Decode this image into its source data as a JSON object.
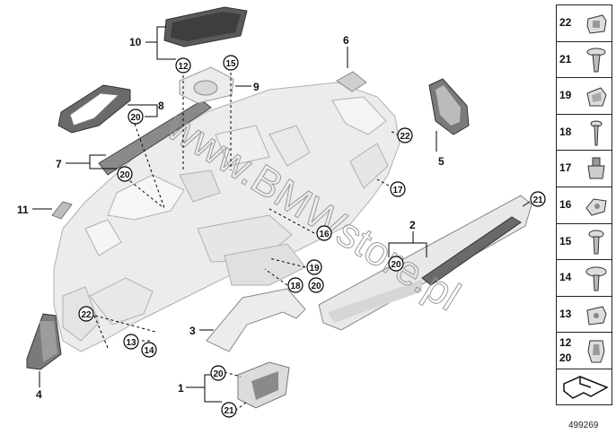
{
  "callouts": {
    "c1": "1",
    "c2": "2",
    "c3": "3",
    "c4": "4",
    "c5": "5",
    "c6": "6",
    "c7": "7",
    "c8": "8",
    "c9": "9",
    "c10": "10",
    "c11": "11"
  },
  "circles": {
    "k12": "12",
    "k15": "15",
    "k20a": "20",
    "k20b": "20",
    "k22a": "22",
    "k17": "17",
    "k21a": "21",
    "k16": "16",
    "k20c": "20",
    "k19": "19",
    "k18": "18",
    "k20d": "20",
    "k22b": "22",
    "k13": "13",
    "k14": "14",
    "k20e": "20",
    "k21b": "21"
  },
  "watermark": "www.BMWstore.pl",
  "sidebar": {
    "items": [
      {
        "num": "22",
        "icon": "clip-nut-icon"
      },
      {
        "num": "21",
        "icon": "screw-icon"
      },
      {
        "num": "19",
        "icon": "clip-icon"
      },
      {
        "num": "18",
        "icon": "screw-icon"
      },
      {
        "num": "17",
        "icon": "expanding-nut-icon"
      },
      {
        "num": "16",
        "icon": "bracket-clip-icon"
      },
      {
        "num": "15",
        "icon": "screw-icon"
      },
      {
        "num": "14",
        "icon": "screw-icon"
      },
      {
        "num": "13",
        "icon": "clip-nut-icon"
      },
      {
        "num": "12",
        "num2": "20",
        "icon": "clip-icon"
      },
      {
        "icon": "arrow-icon"
      }
    ]
  },
  "doc_number": "499269",
  "colors": {
    "part_fill": "#ececec",
    "part_stroke": "#b4b4b4",
    "dark_part": "#5a5a5a",
    "line": "#000000"
  }
}
